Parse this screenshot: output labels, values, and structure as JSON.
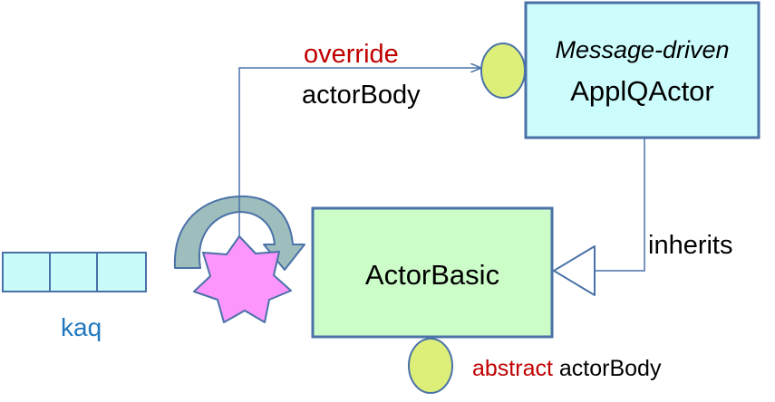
{
  "colors": {
    "queue_fill": "#c9fbfb",
    "actor_basic_fill": "#ccfcc8",
    "appl_actor_fill": "#ccfcfc",
    "port_fill": "#ddef78",
    "star_fill": "#fc96fc",
    "arrow_fill": "#9ebdbd",
    "line": "#4a72a8",
    "label_red": "#c00000",
    "label_blue": "#1f78bf",
    "text": "#000000"
  },
  "queue": {
    "label": "kaq",
    "slots": 3
  },
  "actor_basic": {
    "name": "ActorBasic"
  },
  "appl_actor": {
    "stereotype": "Message-driven",
    "name": "ApplQActor"
  },
  "relations": {
    "override": {
      "keyword": "override",
      "method": "actorBody"
    },
    "inherits": {
      "label": "inherits"
    },
    "abstract": {
      "keyword": "abstract",
      "method": "actorBody"
    }
  },
  "icons": [
    "loop-arrow-icon",
    "star-icon",
    "port-circle-icon",
    "inheritance-triangle-icon"
  ]
}
